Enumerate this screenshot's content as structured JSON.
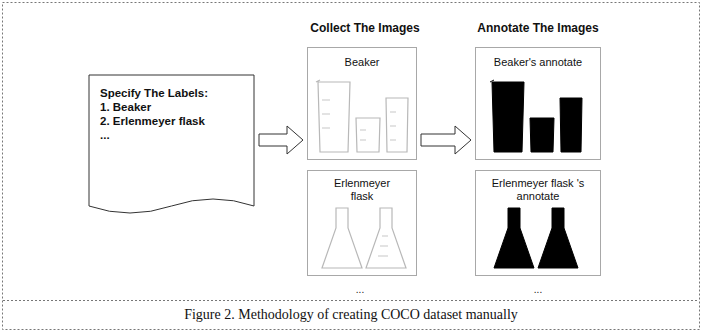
{
  "diagram": {
    "caption": "Figure 2. Methodology of creating COCO dataset manually",
    "nodes": [
      {
        "text": [
          "Specify The Labels:",
          "1. Beaker",
          "2. Erlenmeyer flask",
          "..."
        ]
      },
      {
        "text": [
          "Beaker"
        ]
      },
      {
        "text": [
          "Erlenmeyer flask"
        ]
      },
      {
        "text": [
          "Beaker's annotate"
        ]
      },
      {
        "text": [
          "Erlenmeyer flask 's annotate"
        ]
      }
    ],
    "edges": [
      {
        "from": 0,
        "to": 1,
        "arrow": "to"
      },
      {
        "from": 1,
        "to": 3,
        "arrow": "to"
      }
    ],
    "labels": [
      "Collect The Images",
      "Annotate The Images",
      "...",
      "..."
    ]
  }
}
